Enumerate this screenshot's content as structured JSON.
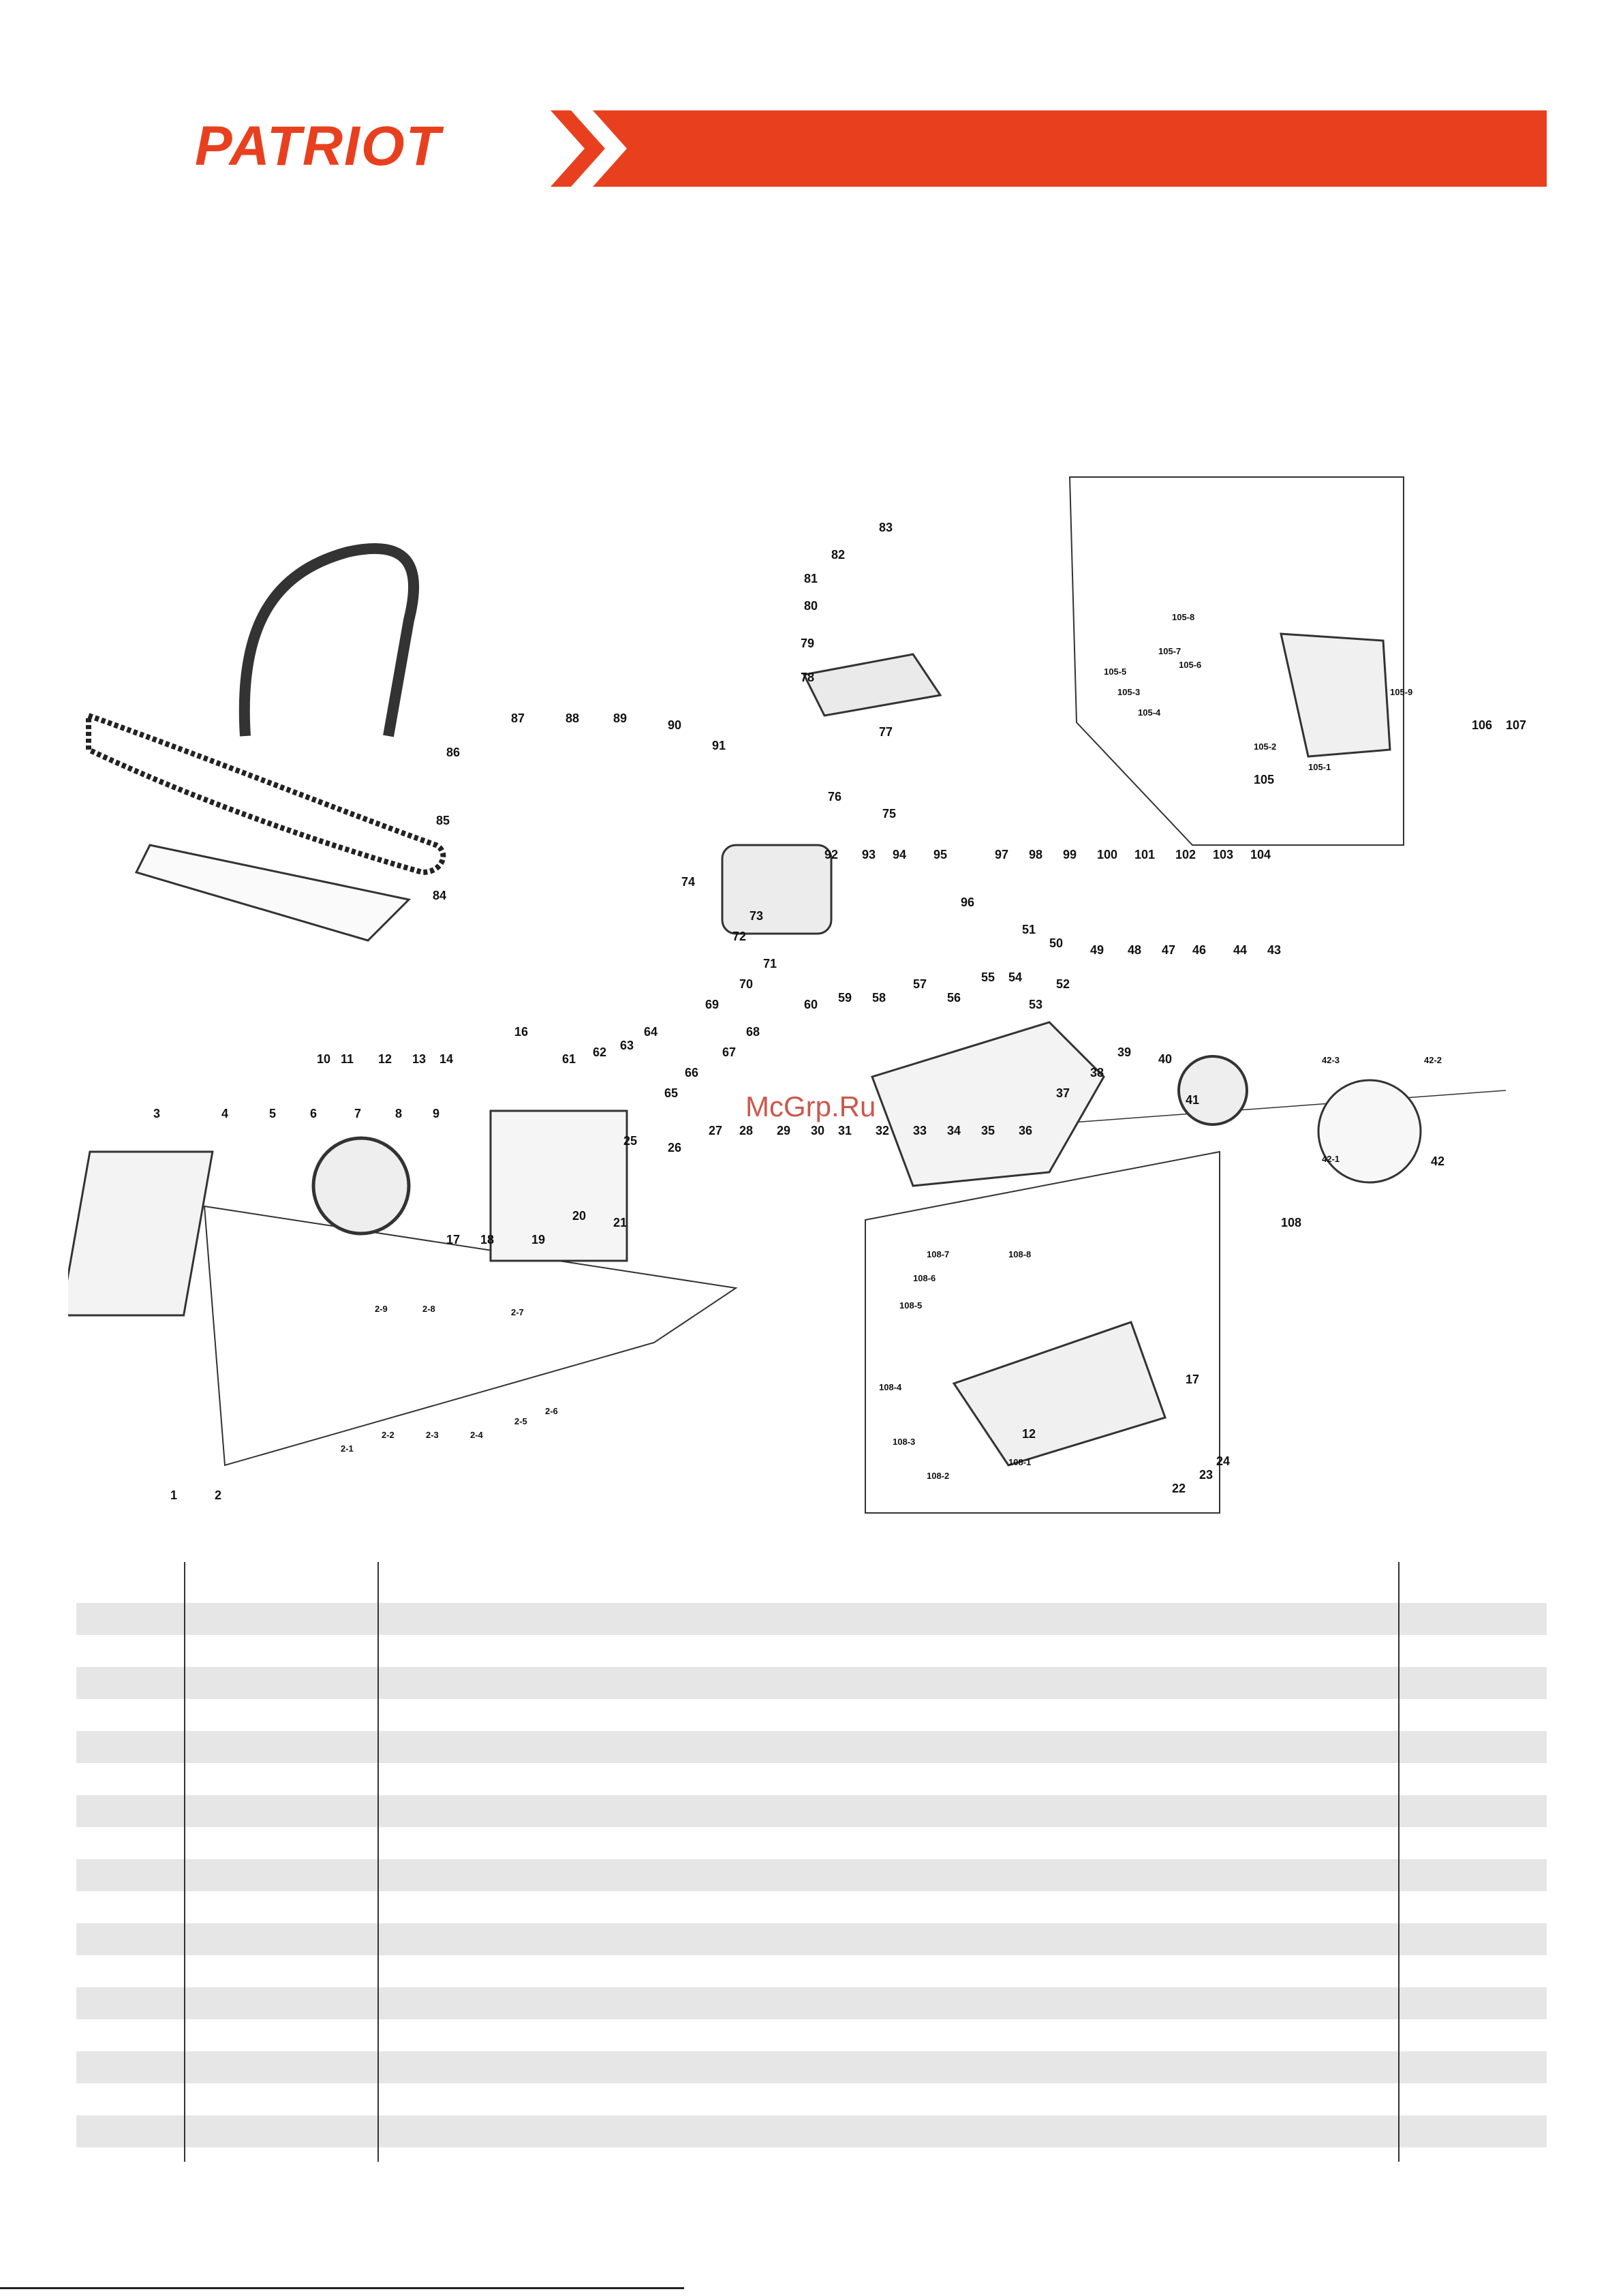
{
  "brand": {
    "logo_text": "PATRIOT",
    "accent_color": "#e8401f"
  },
  "watermark": "McGrp.Ru",
  "diagram": {
    "callouts_main": [
      "1",
      "2",
      "3",
      "4",
      "5",
      "6",
      "7",
      "8",
      "9",
      "10",
      "11",
      "12",
      "13",
      "14",
      "16",
      "17",
      "18",
      "19",
      "20",
      "21",
      "25",
      "26",
      "27",
      "28",
      "29",
      "30",
      "31",
      "32",
      "33",
      "34",
      "35",
      "36",
      "37",
      "38",
      "39",
      "40",
      "41",
      "42",
      "43",
      "44",
      "46",
      "47",
      "48",
      "49",
      "50",
      "51",
      "52",
      "53",
      "54",
      "55",
      "56",
      "57",
      "58",
      "59",
      "60",
      "61",
      "62",
      "63",
      "64",
      "65",
      "66",
      "67",
      "68",
      "69",
      "70",
      "71",
      "72",
      "73",
      "74",
      "75",
      "76",
      "77",
      "78",
      "79",
      "80",
      "81",
      "82",
      "83",
      "84",
      "85",
      "86",
      "87",
      "88",
      "89",
      "90",
      "91",
      "92",
      "93",
      "94",
      "95",
      "96",
      "97",
      "98",
      "99",
      "100",
      "101",
      "102",
      "103",
      "104",
      "105",
      "106",
      "107",
      "108"
    ],
    "callouts_sub": [
      "2-1",
      "2-2",
      "2-3",
      "2-4",
      "2-5",
      "2-6",
      "2-7",
      "2-8",
      "2-9",
      "42-1",
      "42-2",
      "42-3",
      "105-1",
      "105-2",
      "105-3",
      "105-4",
      "105-5",
      "105-6",
      "105-7",
      "105-8",
      "105-9",
      "108-1",
      "108-2",
      "108-3",
      "108-4",
      "108-5",
      "108-6",
      "108-7",
      "108-8",
      "12",
      "17",
      "22",
      "23",
      "24"
    ]
  },
  "table": {
    "rows": 17
  }
}
